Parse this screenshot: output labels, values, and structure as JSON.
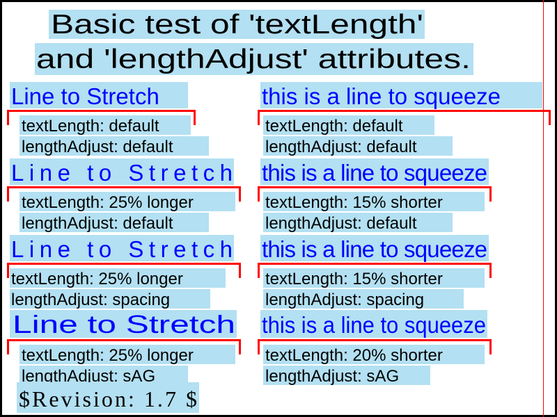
{
  "title": {
    "line1": "Basic test of 'textLength'",
    "line2": "and 'lengthAdjust' attributes."
  },
  "colors": {
    "highlight": "#b3e0f2",
    "sample_text": "#0000ff",
    "bracket": "#ff0000",
    "label_text": "#000000",
    "border": "#000000",
    "guide": "#ff0000"
  },
  "cells": [
    {
      "id": "left-1",
      "sample": "Line to Stretch",
      "style": "normal",
      "text_length": "textLength: default",
      "length_adjust": "lengthAdjust: default"
    },
    {
      "id": "right-1",
      "sample": "this is a line to squeeze",
      "style": "normal",
      "text_length": "textLength: default",
      "length_adjust": "lengthAdjust: default"
    },
    {
      "id": "left-2",
      "sample": "Line to Stretch",
      "style": "spaced",
      "text_length": "textLength: 25% longer",
      "length_adjust": "lengthAdjust: default"
    },
    {
      "id": "right-2",
      "sample": "this is a line to squeeze",
      "style": "squeezed",
      "text_length": "textLength: 15% shorter",
      "length_adjust": "lengthAdjust: default"
    },
    {
      "id": "left-3",
      "sample": "Line to Stretch",
      "style": "spaced",
      "text_length": "textLength: 25% longer",
      "length_adjust": "lengthAdjust: spacing"
    },
    {
      "id": "right-3",
      "sample": "this is a line to squeeze",
      "style": "squeezed",
      "text_length": "textLength: 15% shorter",
      "length_adjust": "lengthAdjust: spacing"
    },
    {
      "id": "left-4",
      "sample": "Line to Stretch",
      "style": "stretched-glyphs",
      "text_length": "textLength: 25% longer",
      "length_adjust": "lengthAdjust: sAG"
    },
    {
      "id": "right-4",
      "sample": "this is a line to squeeze",
      "style": "squeezed-glyphs",
      "text_length": "textLength: 20% shorter",
      "length_adjust": "lengthAdjust: sAG"
    }
  ],
  "revision": "$Revision: 1.7 $"
}
